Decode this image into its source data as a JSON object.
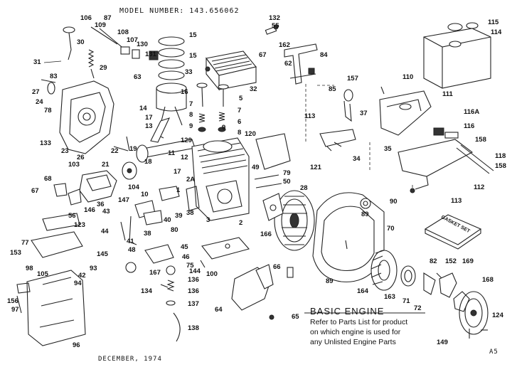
{
  "header": {
    "model": "MODEL NUMBER: 143.656062"
  },
  "panel": {
    "title": "BASIC ENGINE",
    "lines": [
      "Refer to Parts List for product",
      "on which engine is used for",
      "any Unlisted Engine Parts"
    ]
  },
  "gasket_set_label": "GASKET SET",
  "footer": {
    "date": "DECEMBER, 1974",
    "code": "A5"
  },
  "parts": {
    "p106": "106",
    "p87": "87",
    "p109": "109",
    "p108": "108",
    "p107": "107",
    "p130": "130",
    "p131": "131",
    "p30": "30",
    "p31": "31",
    "p29": "29",
    "p63": "63",
    "p83": "83",
    "p27": "27",
    "p24": "24",
    "p78": "78",
    "p23": "23",
    "p26": "26",
    "p133": "133",
    "p15a": "15",
    "p15b": "15",
    "p33": "33",
    "p16": "16",
    "p14": "14",
    "p17": "17",
    "p13": "13",
    "p132": "132",
    "p55": "55",
    "p162": "162",
    "p67a": "67",
    "p84": "84",
    "p62": "62",
    "p32": "32",
    "p5": "5",
    "p7a": "7",
    "p7b": "7",
    "p8a": "8",
    "p8b": "8",
    "p9a": "9",
    "p9b": "9",
    "p6": "6",
    "p85": "85",
    "p157": "157",
    "p37": "37",
    "p110": "110",
    "p111": "111",
    "p115": "115",
    "p114": "114",
    "p116A": "116A",
    "p116": "116",
    "p158a": "158",
    "p113a": "113",
    "p120": "120",
    "p129": "129",
    "p22": "22",
    "p19": "19",
    "p11": "11",
    "p12": "12",
    "p21": "21",
    "p18": "18",
    "p17b": "17",
    "p2A": "2A",
    "p2": "2",
    "p3": "3",
    "p1": "1",
    "p49": "49",
    "p79": "79",
    "p50": "50",
    "p28": "28",
    "p121": "121",
    "p34": "34",
    "p35": "35",
    "p118": "118",
    "p158b": "158",
    "p112": "112",
    "p113b": "113",
    "p103": "103",
    "p104": "104",
    "p10": "10",
    "p68": "68",
    "p67b": "67",
    "p146": "146",
    "p147": "147",
    "p36": "36",
    "p43": "43",
    "p39": "39",
    "p38a": "38",
    "p40": "40",
    "p38b": "38",
    "p80": "80",
    "p41": "41",
    "p48": "48",
    "p45": "45",
    "p46": "46",
    "p44": "44",
    "p56": "56",
    "p123": "123",
    "p77": "77",
    "p153": "153",
    "p145": "145",
    "p98": "98",
    "p105": "105",
    "p42": "42",
    "p94": "94",
    "p93": "93",
    "p156": "156",
    "p97": "97",
    "p96": "96",
    "p167": "167",
    "p75": "75",
    "p144": "144",
    "p136a": "136",
    "p134": "134",
    "p136b": "136",
    "p137": "137",
    "p138": "138",
    "p100": "100",
    "p166": "166",
    "p89a": "89",
    "p90": "90",
    "p70": "70",
    "p89b": "89",
    "p66": "66",
    "p64": "64",
    "p65": "65",
    "p164": "164",
    "p163": "163",
    "p71": "71",
    "p72": "72",
    "p82": "82",
    "p152": "152",
    "p169": "169",
    "p168": "168",
    "p124": "124",
    "p149": "149"
  }
}
